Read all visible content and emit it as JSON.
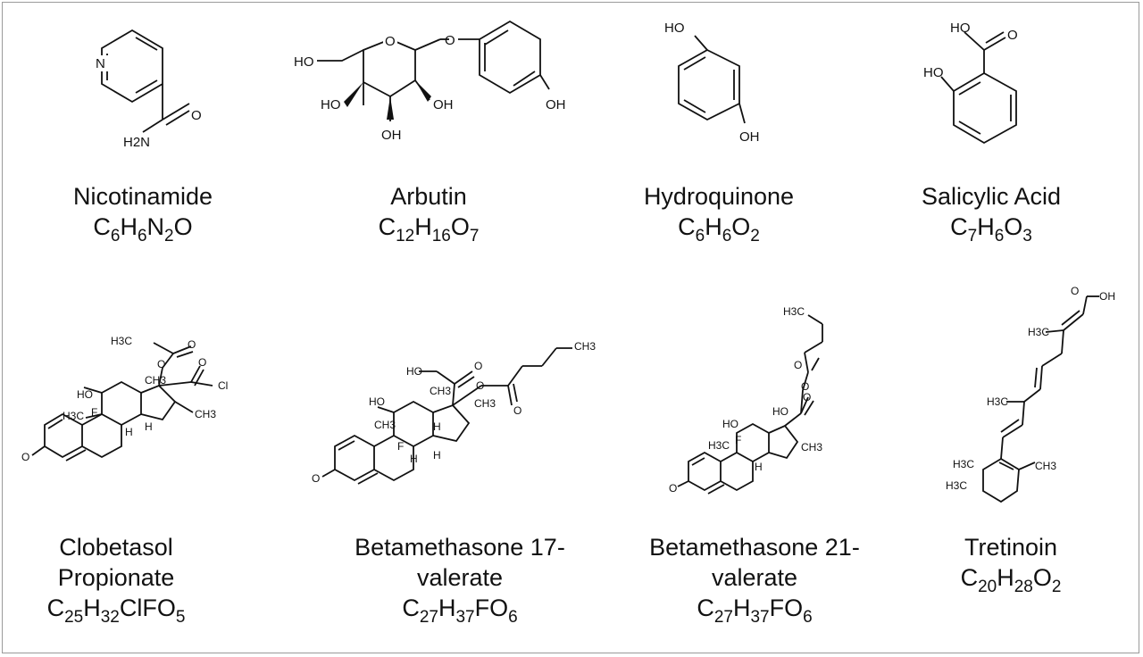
{
  "compounds": [
    {
      "name_lines": [
        "Nicotinamide"
      ],
      "formula": [
        [
          "C",
          "6"
        ],
        [
          "H",
          "6"
        ],
        [
          "N",
          "2"
        ],
        [
          "O",
          ""
        ]
      ],
      "atom_labels": {
        "n": "N",
        "o": "O",
        "nh2": "H2N"
      }
    },
    {
      "name_lines": [
        "Arbutin"
      ],
      "formula": [
        [
          "C",
          "12"
        ],
        [
          "H",
          "16"
        ],
        [
          "O",
          "7"
        ]
      ],
      "atom_labels": {
        "ho1": "HO",
        "o_ring": "O",
        "o_link": "O",
        "ho2": "HO",
        "oh1": "OH",
        "oh2": "OH",
        "oh3": "OH"
      }
    },
    {
      "name_lines": [
        "Hydroquinone"
      ],
      "formula": [
        [
          "C",
          "6"
        ],
        [
          "H",
          "6"
        ],
        [
          "O",
          "2"
        ]
      ],
      "atom_labels": {
        "ho": "HO",
        "oh": "OH"
      }
    },
    {
      "name_lines": [
        "Salicylic Acid"
      ],
      "formula": [
        [
          "C",
          "7"
        ],
        [
          "H",
          "6"
        ],
        [
          "O",
          "3"
        ]
      ],
      "atom_labels": {
        "ho1": "HO",
        "ho2": "HO",
        "o": "O"
      }
    },
    {
      "name_lines": [
        "Clobetasol",
        "Propionate"
      ],
      "formula": [
        [
          "C",
          "25"
        ],
        [
          "H",
          "32"
        ],
        [
          "ClFO",
          "5"
        ]
      ],
      "atom_labels": {
        "ch3a": "H3C",
        "o1": "O",
        "o2": "O",
        "o3": "O",
        "cl": "Cl",
        "ho": "HO",
        "f": "F",
        "ch3b": "H3C",
        "ch3c": "CH3",
        "ch3d": "CH3",
        "h": "H",
        "h2": "H",
        "o4": "O"
      }
    },
    {
      "name_lines": [
        "Betamethasone 17-",
        "valerate"
      ],
      "formula": [
        [
          "C",
          "27"
        ],
        [
          "H",
          "37"
        ],
        [
          "FO",
          "6"
        ]
      ],
      "atom_labels": {
        "ho": "HO",
        "o1": "O",
        "o2": "O",
        "o3": "O",
        "ch3a": "CH3",
        "ch3b": "CH3",
        "ch3c": "CH3",
        "ch3d": "CH3",
        "h1": "H",
        "h2": "H",
        "h3": "H",
        "f": "F",
        "o4": "O"
      }
    },
    {
      "name_lines": [
        "Betamethasone 21-",
        "valerate"
      ],
      "formula": [
        [
          "C",
          "27"
        ],
        [
          "H",
          "37"
        ],
        [
          "FO",
          "6"
        ]
      ],
      "atom_labels": {
        "h3c": "H3C",
        "o1": "O",
        "o2": "O",
        "ho1": "HO",
        "ho2": "HO",
        "f": "F",
        "h3c2": "H3C",
        "ch3": "CH3",
        "h": "H",
        "o3": "O",
        "o4": "O"
      }
    },
    {
      "name_lines": [
        "Tretinoin"
      ],
      "formula": [
        [
          "C",
          "20"
        ],
        [
          "H",
          "28"
        ],
        [
          "O",
          "2"
        ]
      ],
      "atom_labels": {
        "o": "O",
        "oh": "OH",
        "h3c1": "H3C",
        "h3c2": "H3C",
        "h3c3": "H3C",
        "h3c4": "H3C",
        "ch3": "CH3"
      }
    }
  ]
}
